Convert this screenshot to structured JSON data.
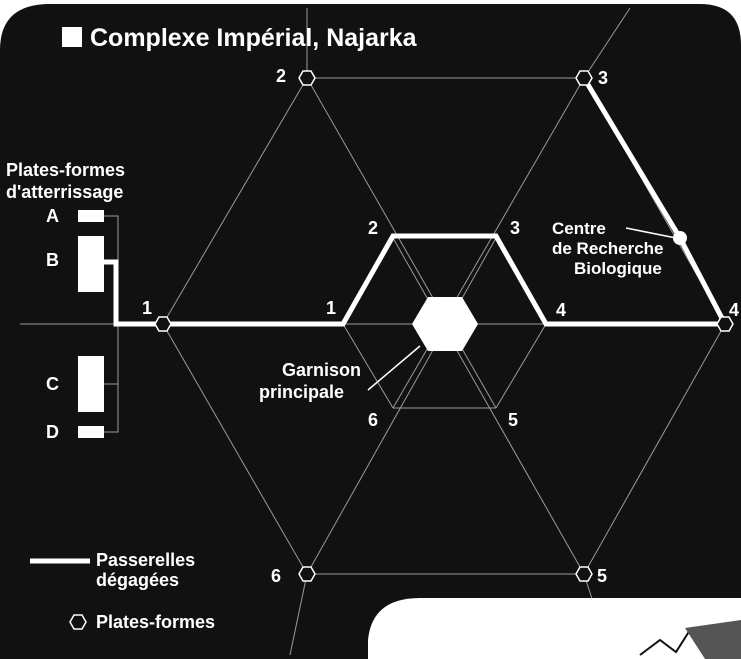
{
  "title": "Complexe Impérial, Najarka",
  "landing": {
    "heading_line1": "Plates-formes",
    "heading_line2": "d'atterrissage",
    "pads": [
      "A",
      "B",
      "C",
      "D"
    ]
  },
  "outer_nodes": {
    "left": "1",
    "top_left": "2",
    "top_right": "3",
    "right": "4",
    "bottom_right": "5",
    "bottom_left": "6"
  },
  "inner_nodes": {
    "left": "1",
    "top_left": "2",
    "top_right": "3",
    "right": "4",
    "bottom_right": "5",
    "bottom_left": "6"
  },
  "research": {
    "line1": "Centre",
    "line2": "de Recherche",
    "line3": "Biologique"
  },
  "garrison": {
    "line1": "Garnison",
    "line2": "principale"
  },
  "legend": {
    "walkways": "Passerelles",
    "walkways_line2": "dégagées",
    "platforms": "Plates-formes"
  },
  "colors": {
    "background": "#111111",
    "route": "#ffffff",
    "grid": "#aaaaaa",
    "text": "#ffffff"
  }
}
